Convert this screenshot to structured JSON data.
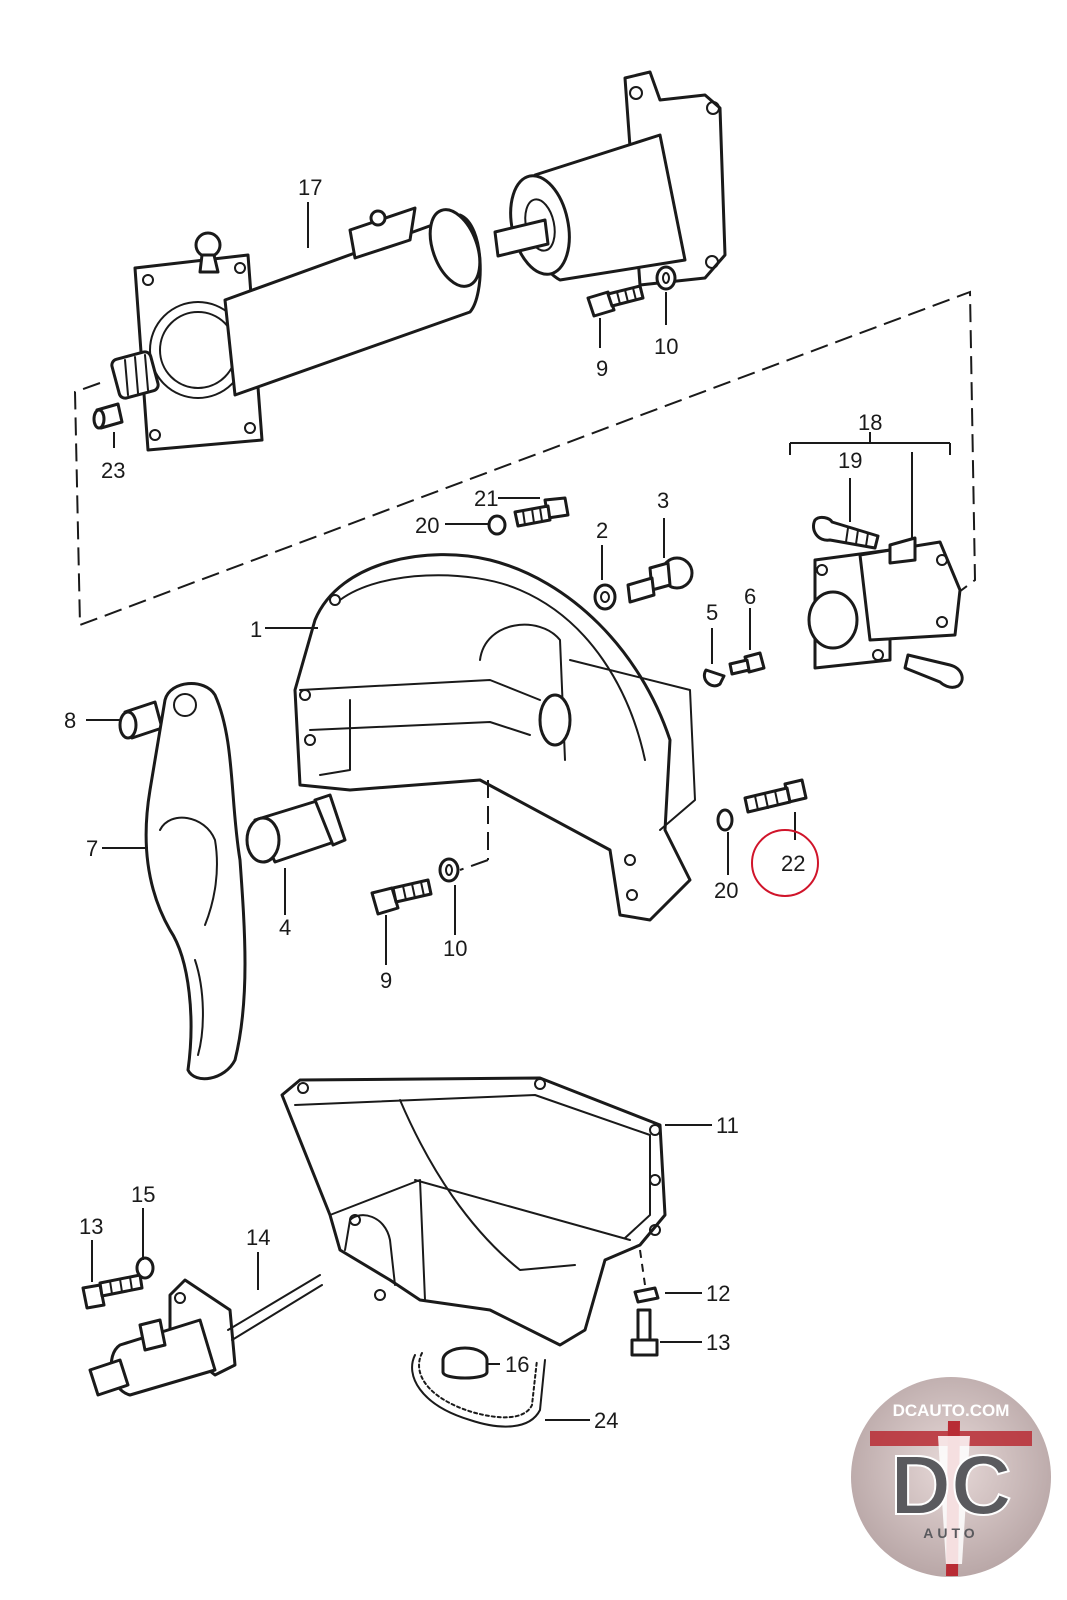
{
  "colors": {
    "line": "#1a1a1a",
    "highlight": "#d0142a",
    "logo_outer": "#c9c1c2",
    "logo_red": "#b82b34",
    "logo_dark": "#5a5a5e"
  },
  "callouts": {
    "c1": "1",
    "c2": "2",
    "c3": "3",
    "c4": "4",
    "c5": "5",
    "c6": "6",
    "c7": "7",
    "c8": "8",
    "c9a": "9",
    "c9b": "9",
    "c10a": "10",
    "c10b": "10",
    "c11": "11",
    "c12": "12",
    "c13a": "13",
    "c13b": "13",
    "c14": "14",
    "c15": "15",
    "c16": "16",
    "c17": "17",
    "c18": "18",
    "c19": "19",
    "c20a": "20",
    "c20b": "20",
    "c21": "21",
    "c22": "22",
    "c23": "23",
    "c24": "24"
  },
  "logo": {
    "site": "DCAUTO.COM",
    "mark": "DC",
    "tagline": "AUTO"
  }
}
